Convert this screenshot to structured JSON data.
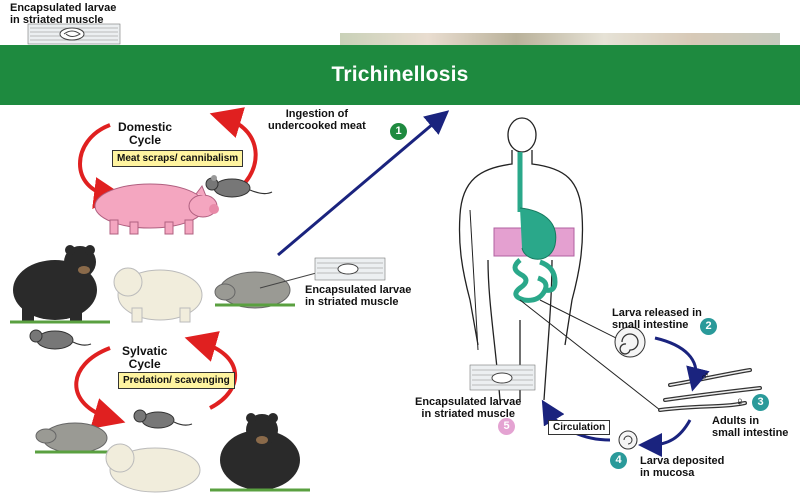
{
  "title": "Trichinellosis",
  "labels": {
    "top_larvae": "Encapsulated larvae\nin striated muscle",
    "domestic_cycle": "Domestic\nCycle",
    "meat_scraps": "Meat scraps/\ncannibalism",
    "ingestion": "Ingestion of\nundercooked meat",
    "mid_larvae": "Encapsulated larvae\nin striated muscle",
    "sylvatic_cycle": "Sylvatic\nCycle",
    "predation": "Predation/\nscavenging",
    "larva_released": "Larva released in\nsmall intestine",
    "adults": "Adults in\nsmall intestine",
    "body_larvae": "Encapsulated larvae\nin striated muscle",
    "circulation": "Circulation",
    "larva_deposited": "Larva deposited\nin mucosa"
  },
  "steps": [
    "1",
    "2",
    "3",
    "4",
    "5"
  ],
  "sex_symbols": {
    "male": "♂",
    "female": "♀"
  }
}
